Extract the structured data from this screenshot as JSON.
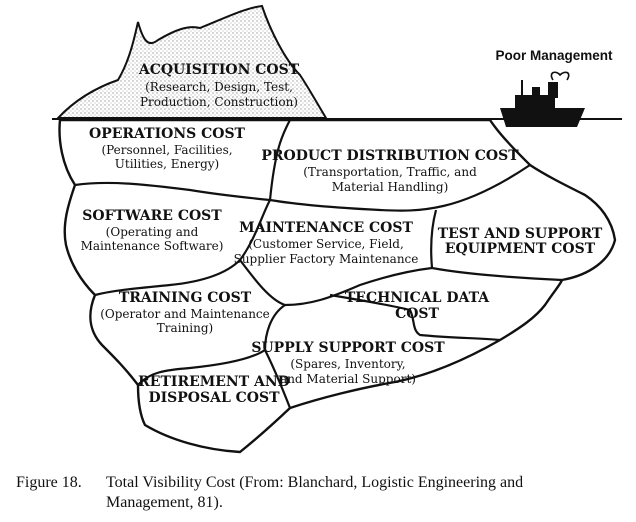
{
  "ship_label": "Poor Management",
  "tip": {
    "title": "ACQUISITION COST",
    "lines": [
      "(Research, Design, Test,",
      "Production, Construction)"
    ]
  },
  "regions": {
    "operations": {
      "title": "OPERATIONS COST",
      "lines": [
        "(Personnel, Facilities,",
        "Utilities, Energy)"
      ]
    },
    "distribution": {
      "title": "PRODUCT DISTRIBUTION COST",
      "lines": [
        "(Transportation, Traffic, and",
        "Material Handling)"
      ]
    },
    "software": {
      "title": "SOFTWARE COST",
      "lines": [
        "(Operating and",
        "Maintenance Software)"
      ]
    },
    "maintenance": {
      "title": "MAINTENANCE COST",
      "lines": [
        "(Customer Service, Field,",
        "Supplier Factory Maintenance"
      ]
    },
    "test_support": {
      "title_lines": [
        "TEST AND SUPPORT",
        "EQUIPMENT COST"
      ]
    },
    "training": {
      "title": "TRAINING COST",
      "lines": [
        "(Operator and Maintenance",
        "Training)"
      ]
    },
    "technical_data": {
      "title_lines": [
        "TECHNICAL DATA",
        "COST"
      ]
    },
    "supply_support": {
      "title": "SUPPLY SUPPORT COST",
      "lines": [
        "(Spares, Inventory,",
        "and Material Support)"
      ]
    },
    "retirement": {
      "title_lines": [
        "RETIREMENT AND",
        "DISPOSAL COST"
      ]
    }
  },
  "caption": {
    "number": "Figure 18.",
    "line1": "Total Visibility Cost (From: Blanchard, Logistic Engineering and",
    "line2": "Management, 81)."
  }
}
